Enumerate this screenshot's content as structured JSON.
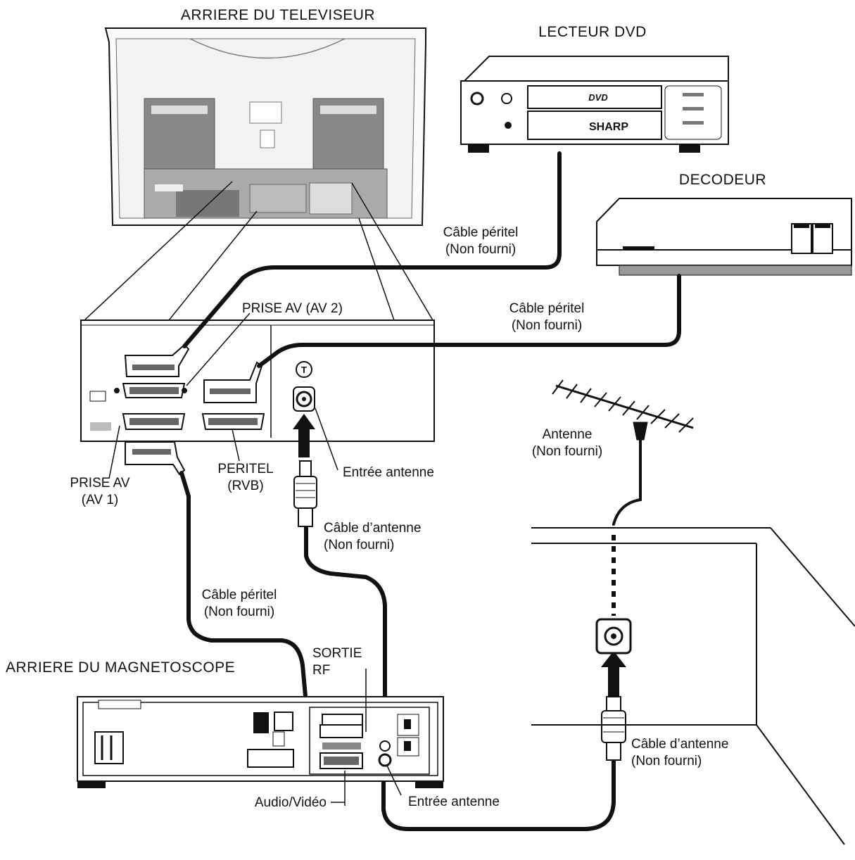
{
  "headings": {
    "tv_back": "ARRIERE DU TELEVISEUR",
    "dvd_player": "LECTEUR DVD",
    "decoder": "DECODEUR",
    "vcr_back": "ARRIERE DU MAGNETOSCOPE"
  },
  "labels": {
    "cable_dvd_1": "Câble péritel",
    "cable_dvd_2": "(Non fourni)",
    "cable_decoder_1": "Câble péritel",
    "cable_decoder_2": "(Non fourni)",
    "prise_av2": "PRISE AV (AV 2)",
    "prise_av1_1": "PRISE AV",
    "prise_av1_2": "(AV 1)",
    "peritel_1": "PERITEL",
    "peritel_2": "(RVB)",
    "entree_antenne_tv": "Entrée antenne",
    "cable_antenne_tv_1": "Câble d’antenne",
    "cable_antenne_tv_2": "(Non fourni)",
    "antenne_1": "Antenne",
    "antenne_2": "(Non fourni)",
    "cable_vcr_1": "Câble péritel",
    "cable_vcr_2": "(Non fourni)",
    "sortie_rf_1": "SORTIE",
    "sortie_rf_2": "RF",
    "audio_video": "Audio/Vidéo",
    "entree_antenne_vcr": "Entrée antenne",
    "cable_antenne_wall_1": "Câble d’antenne",
    "cable_antenne_wall_2": "(Non fourni)"
  },
  "device_text": {
    "dvd_logo": "DVD",
    "dvd_brand": "SHARP"
  },
  "colors": {
    "line": "#111111",
    "panel_dark": "#555555",
    "panel_mid": "#888888",
    "panel_light": "#dddddd"
  }
}
